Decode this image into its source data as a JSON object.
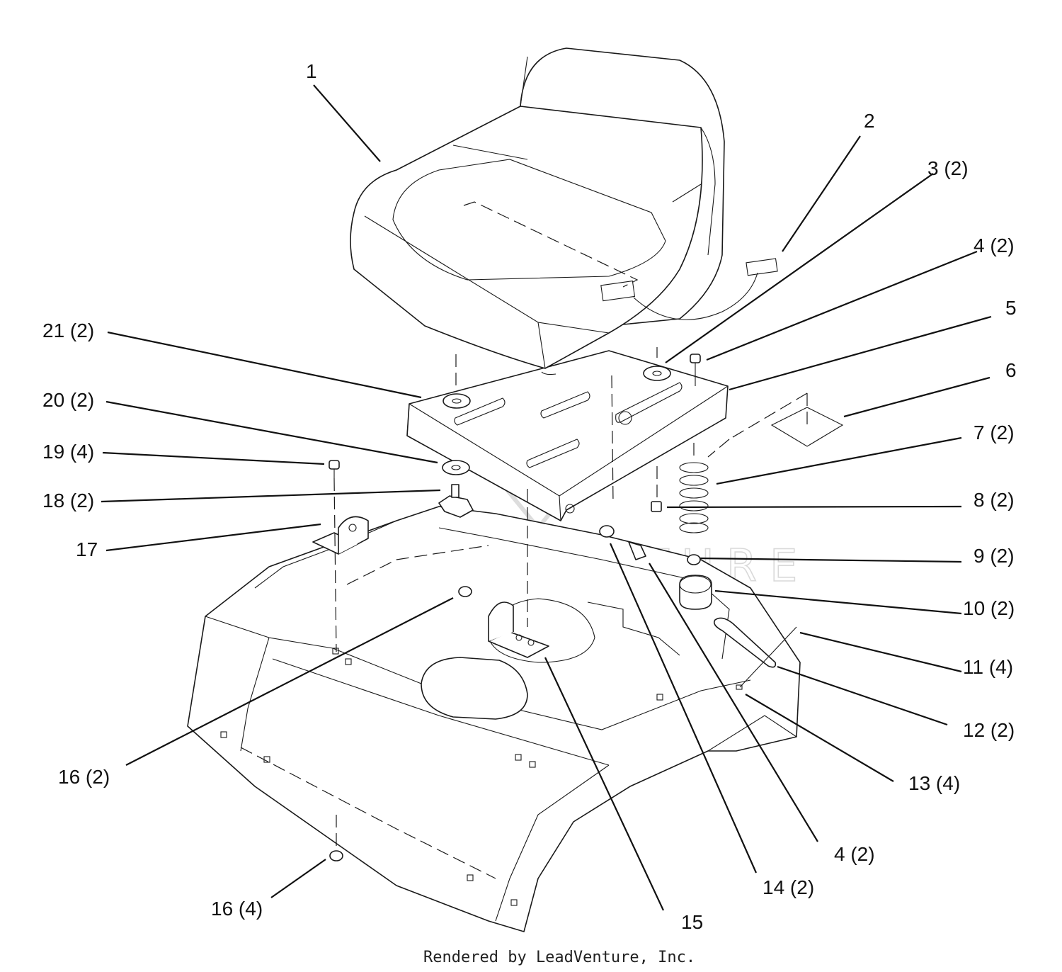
{
  "callouts": [
    {
      "id": "c1",
      "text": "1"
    },
    {
      "id": "c2",
      "text": "2"
    },
    {
      "id": "c3",
      "text": "3 (2)"
    },
    {
      "id": "c4a",
      "text": "4 (2)"
    },
    {
      "id": "c5",
      "text": "5"
    },
    {
      "id": "c6",
      "text": "6"
    },
    {
      "id": "c7",
      "text": "7 (2)"
    },
    {
      "id": "c8",
      "text": "8 (2)"
    },
    {
      "id": "c9",
      "text": "9 (2)"
    },
    {
      "id": "c10",
      "text": "10 (2)"
    },
    {
      "id": "c11",
      "text": "11 (4)"
    },
    {
      "id": "c12",
      "text": "12 (2)"
    },
    {
      "id": "c13",
      "text": "13 (4)"
    },
    {
      "id": "c4b",
      "text": "4 (2)"
    },
    {
      "id": "c14",
      "text": "14 (2)"
    },
    {
      "id": "c15",
      "text": "15"
    },
    {
      "id": "c16a",
      "text": "16 (4)"
    },
    {
      "id": "c16b",
      "text": "16 (2)"
    },
    {
      "id": "c17",
      "text": "17"
    },
    {
      "id": "c18",
      "text": "18 (2)"
    },
    {
      "id": "c19",
      "text": "19 (4)"
    },
    {
      "id": "c20",
      "text": "20 (2)"
    },
    {
      "id": "c21",
      "text": "21 (2)"
    }
  ],
  "watermark": "LEADVENTURE",
  "footer": "Rendered by LeadVenture, Inc."
}
